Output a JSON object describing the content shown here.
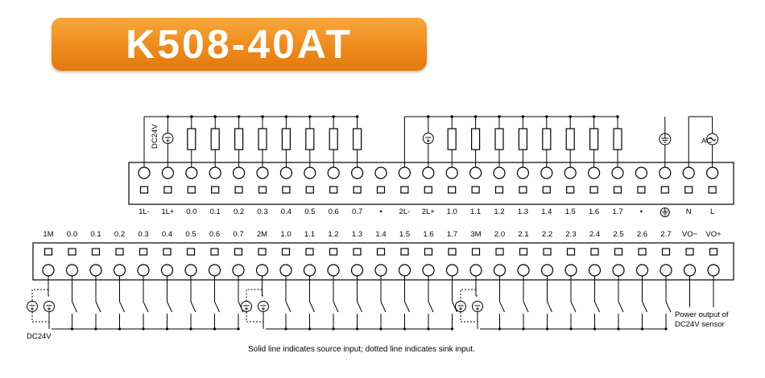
{
  "title": "K508-40AT",
  "top_terminals": [
    "1L-",
    "1L+",
    "0.0",
    "0.1",
    "0.2",
    "0.3",
    "0.4",
    "0.5",
    "0.6",
    "0.7",
    "•",
    "2L-",
    "2L+",
    "1.0",
    "1.1",
    "1.2",
    "1.3",
    "1.4",
    "1.5",
    "1.6",
    "1.7",
    "•",
    "ground",
    "N",
    "L"
  ],
  "bottom_terminals": [
    "1M",
    "0.0",
    "0.1",
    "0.2",
    "0.3",
    "0.4",
    "0.5",
    "0.6",
    "0.7",
    "2M",
    "1.0",
    "1.1",
    "1.2",
    "1.3",
    "1.4",
    "1.5",
    "1.6",
    "1.7",
    "3M",
    "2.0",
    "2.1",
    "2.2",
    "2.3",
    "2.4",
    "2.5",
    "2.6",
    "2.7",
    "VO−",
    "VO+"
  ],
  "labels": {
    "dc24v_top": "DC24V",
    "dc24v_bottom": "DC24V",
    "ac_label": "AC",
    "sensor_line1": "Power output of",
    "sensor_line2": "DC24V sensor",
    "footnote": "Solid line indicates source input; dotted line indicates sink input."
  },
  "colors": {
    "badge": "#ef8a1a",
    "badge_text": "#ffffff",
    "line": "#000000"
  }
}
